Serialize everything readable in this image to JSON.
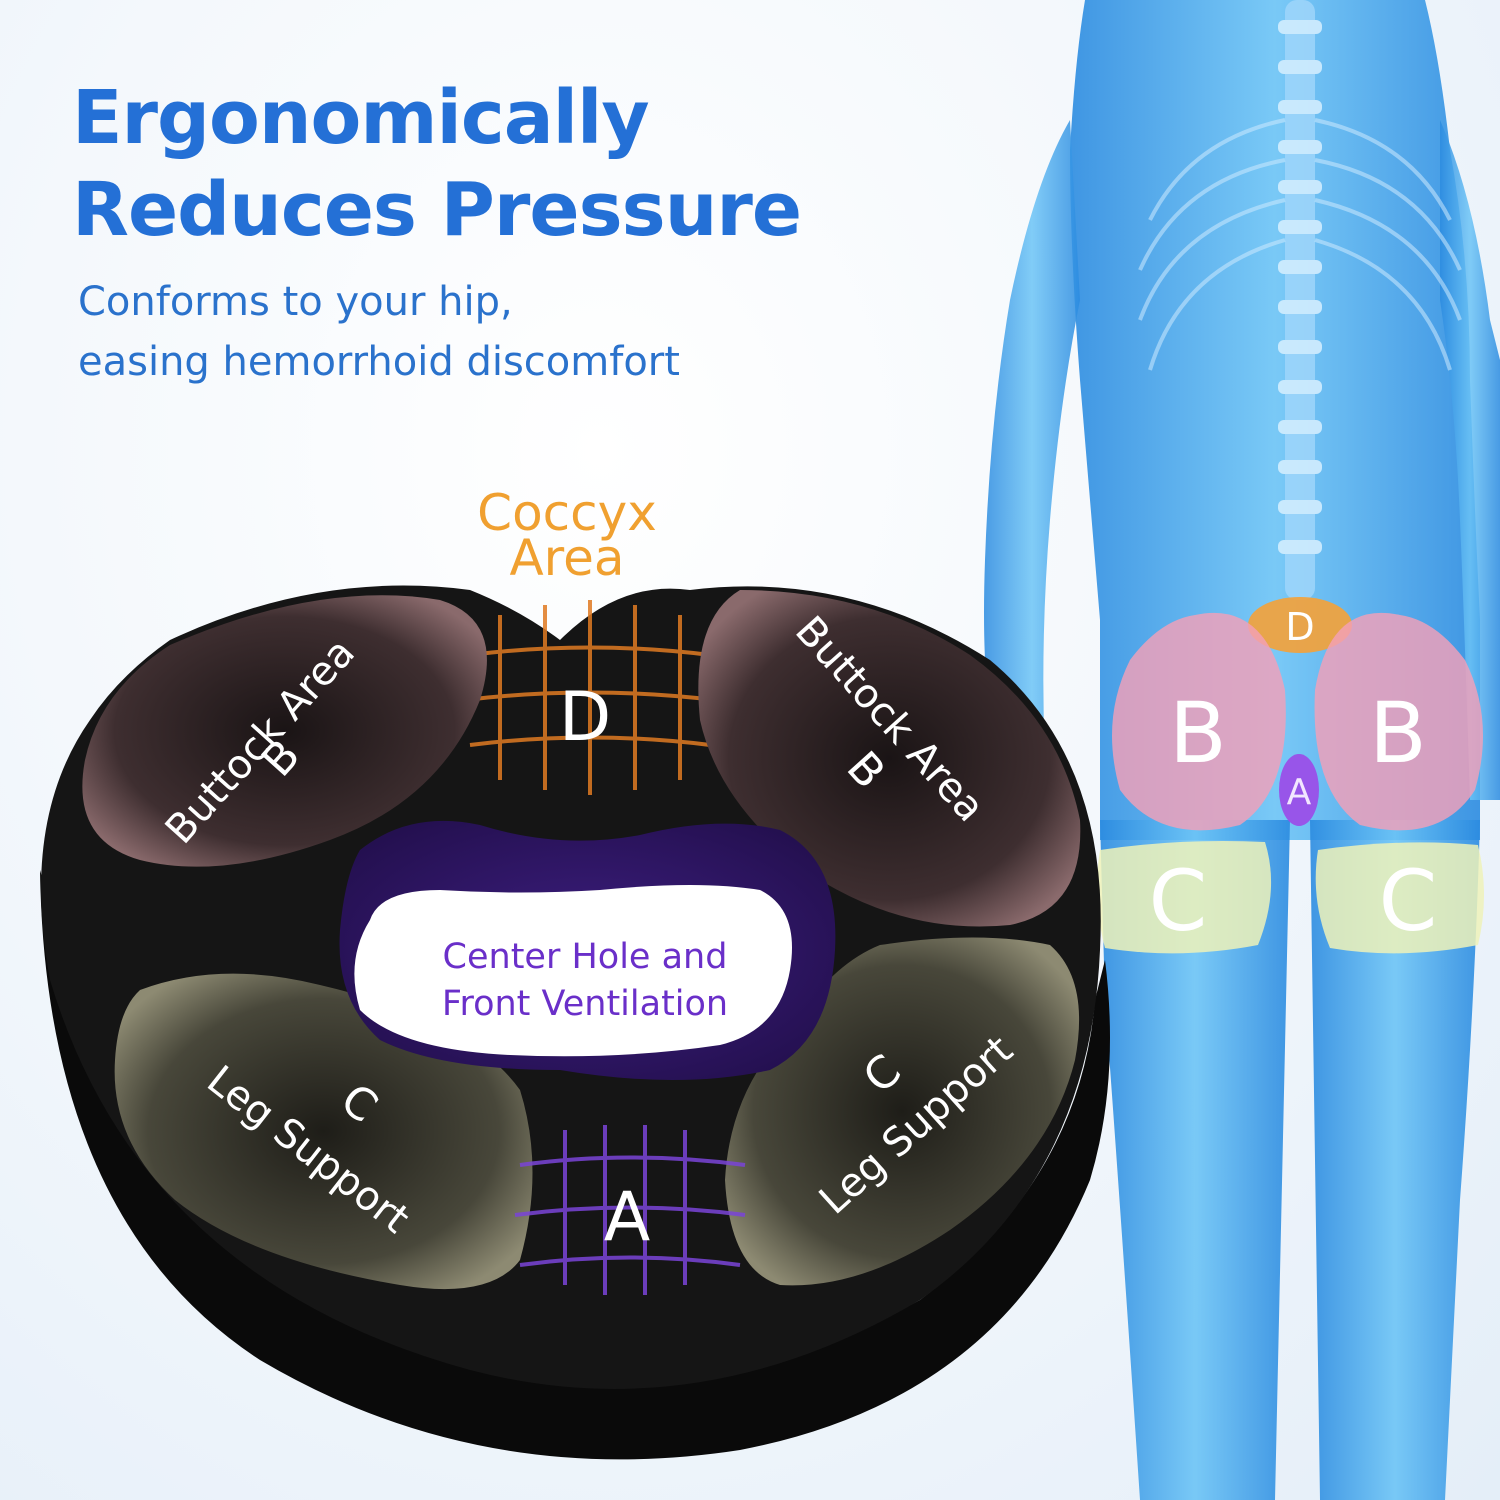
{
  "headline": {
    "line1": "Ergonomically",
    "line2": "Reduces Pressure"
  },
  "subhead": {
    "line1": "Conforms to your hip,",
    "line2": "easing hemorrhoid discomfort"
  },
  "cushion": {
    "coccyx_label": {
      "line1": "Coccyx",
      "line2": "Area"
    },
    "zone_d_letter": "D",
    "zone_a_letter": "A",
    "buttock_left": {
      "label": "Buttock Area",
      "letter": "B"
    },
    "buttock_right": {
      "label": "Buttock Area",
      "letter": "B"
    },
    "leg_left": {
      "label": "Leg Support",
      "letter": "C"
    },
    "leg_right": {
      "label": "Leg Support",
      "letter": "C"
    },
    "center_hole": {
      "line1": "Center Hole and",
      "line2": "Front Ventilation"
    }
  },
  "body_diagram": {
    "zone_d": "D",
    "zone_b_left": "B",
    "zone_b_right": "B",
    "zone_a": "A",
    "zone_c_left": "C",
    "zone_c_right": "C"
  },
  "colors": {
    "headline_blue": "#2470d6",
    "coccyx_orange": "#f0a030",
    "center_text_purple": "#6a2fc9",
    "cushion_black": "#111111",
    "buttock_pad": "#5a4446",
    "leg_pad": "#5c5a4c",
    "body_blue": "#3aa2ee",
    "zone_b_pink": "#f3a0b8",
    "zone_c_yellow": "#eef2b8",
    "zone_d_orange": "#f2a23c",
    "zone_a_purple": "#9a4fe8"
  }
}
